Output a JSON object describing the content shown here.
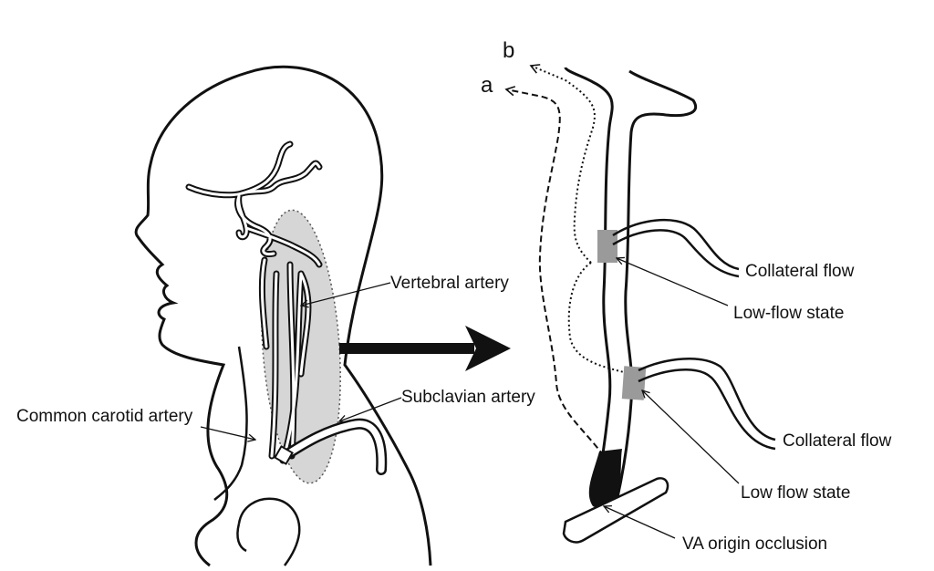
{
  "labels": {
    "vertebral_artery": "Vertebral artery",
    "common_carotid_artery": "Common carotid artery",
    "subclavian_artery": "Subclavian artery",
    "collateral_flow_upper": "Collateral flow",
    "collateral_flow_lower": "Collateral flow",
    "low_flow_state_upper": "Low-flow state",
    "low_flow_state_lower": "Low flow state",
    "va_origin_occlusion": "VA origin occlusion",
    "path_a": "a",
    "path_b": "b"
  }
}
